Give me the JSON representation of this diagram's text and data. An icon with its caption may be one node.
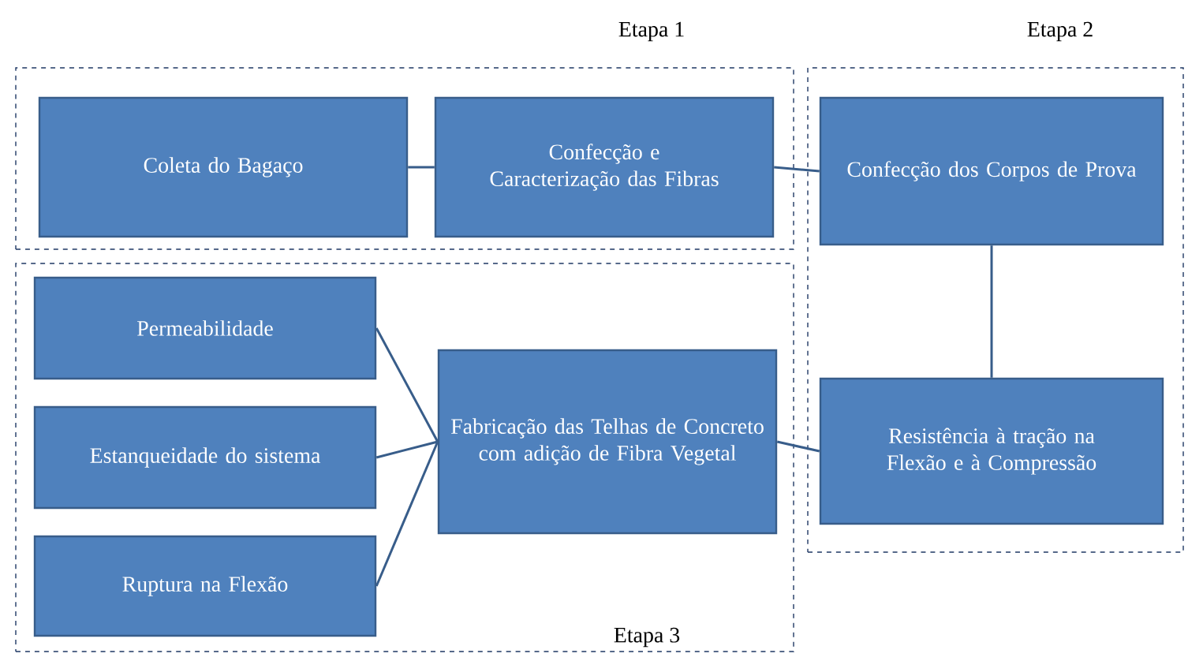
{
  "diagram": {
    "nodes": [
      {
        "text": [
          "Etapa 1"
        ]
      },
      {
        "text": [
          "Coleta do Bagaço"
        ],
        "in": 0
      },
      {
        "text": [
          "Confecção e Caracterização das Fibras"
        ],
        "in": 0
      },
      {
        "text": [
          "Etapa 2"
        ]
      },
      {
        "text": [
          "Confecção dos Corpos de Prova"
        ],
        "in": 3
      },
      {
        "text": [
          "Resistência à tração na Flexão e à Compressão"
        ],
        "in": 3
      },
      {
        "text": [
          "Etapa 3"
        ]
      },
      {
        "text": [
          "Permeabilidade"
        ],
        "in": 6
      },
      {
        "text": [
          "Estanqueidade do sistema"
        ],
        "in": 6
      },
      {
        "text": [
          "Ruptura na Flexão"
        ],
        "in": 6
      },
      {
        "text": [
          "Fabricação das Telhas de Concreto com adição de Fibra Vegetal"
        ],
        "in": 6
      }
    ],
    "edges": [
      {
        "from": 1,
        "to": 2,
        "arrow": "none"
      },
      {
        "from": 2,
        "to": 4,
        "arrow": "none"
      },
      {
        "from": 4,
        "to": 5,
        "arrow": "none"
      },
      {
        "from": 7,
        "to": 10,
        "arrow": "none"
      },
      {
        "from": 8,
        "to": 10,
        "arrow": "none"
      },
      {
        "from": 9,
        "to": 10,
        "arrow": "none"
      },
      {
        "from": 10,
        "to": 5,
        "arrow": "none"
      }
    ]
  }
}
